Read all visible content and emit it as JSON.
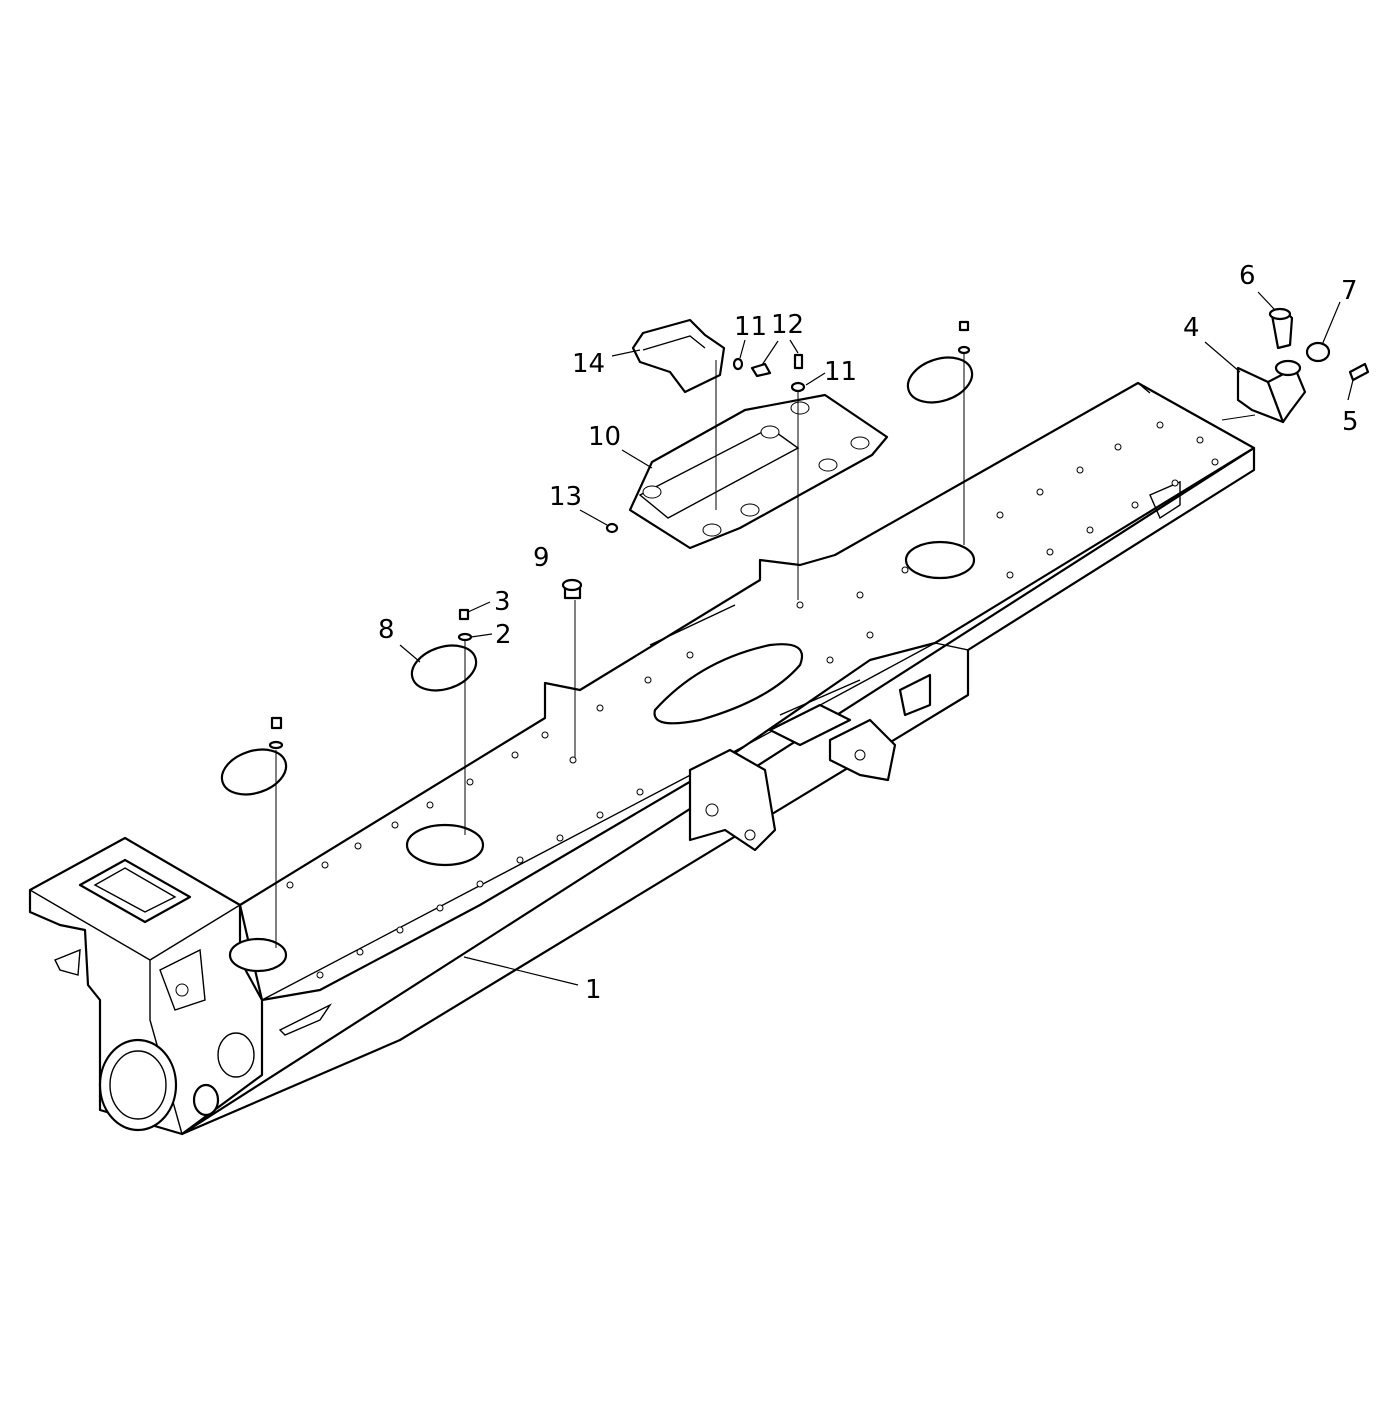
{
  "diagram": {
    "callouts": [
      {
        "id": "1",
        "text": "1"
      },
      {
        "id": "2",
        "text": "2"
      },
      {
        "id": "3",
        "text": "3"
      },
      {
        "id": "4",
        "text": "4"
      },
      {
        "id": "5",
        "text": "5"
      },
      {
        "id": "6",
        "text": "6"
      },
      {
        "id": "7",
        "text": "7"
      },
      {
        "id": "8",
        "text": "8"
      },
      {
        "id": "9",
        "text": "9"
      },
      {
        "id": "10",
        "text": "10"
      },
      {
        "id": "11a",
        "text": "11"
      },
      {
        "id": "11b",
        "text": "11"
      },
      {
        "id": "12",
        "text": "12"
      },
      {
        "id": "13",
        "text": "13"
      },
      {
        "id": "14",
        "text": "14"
      }
    ]
  }
}
